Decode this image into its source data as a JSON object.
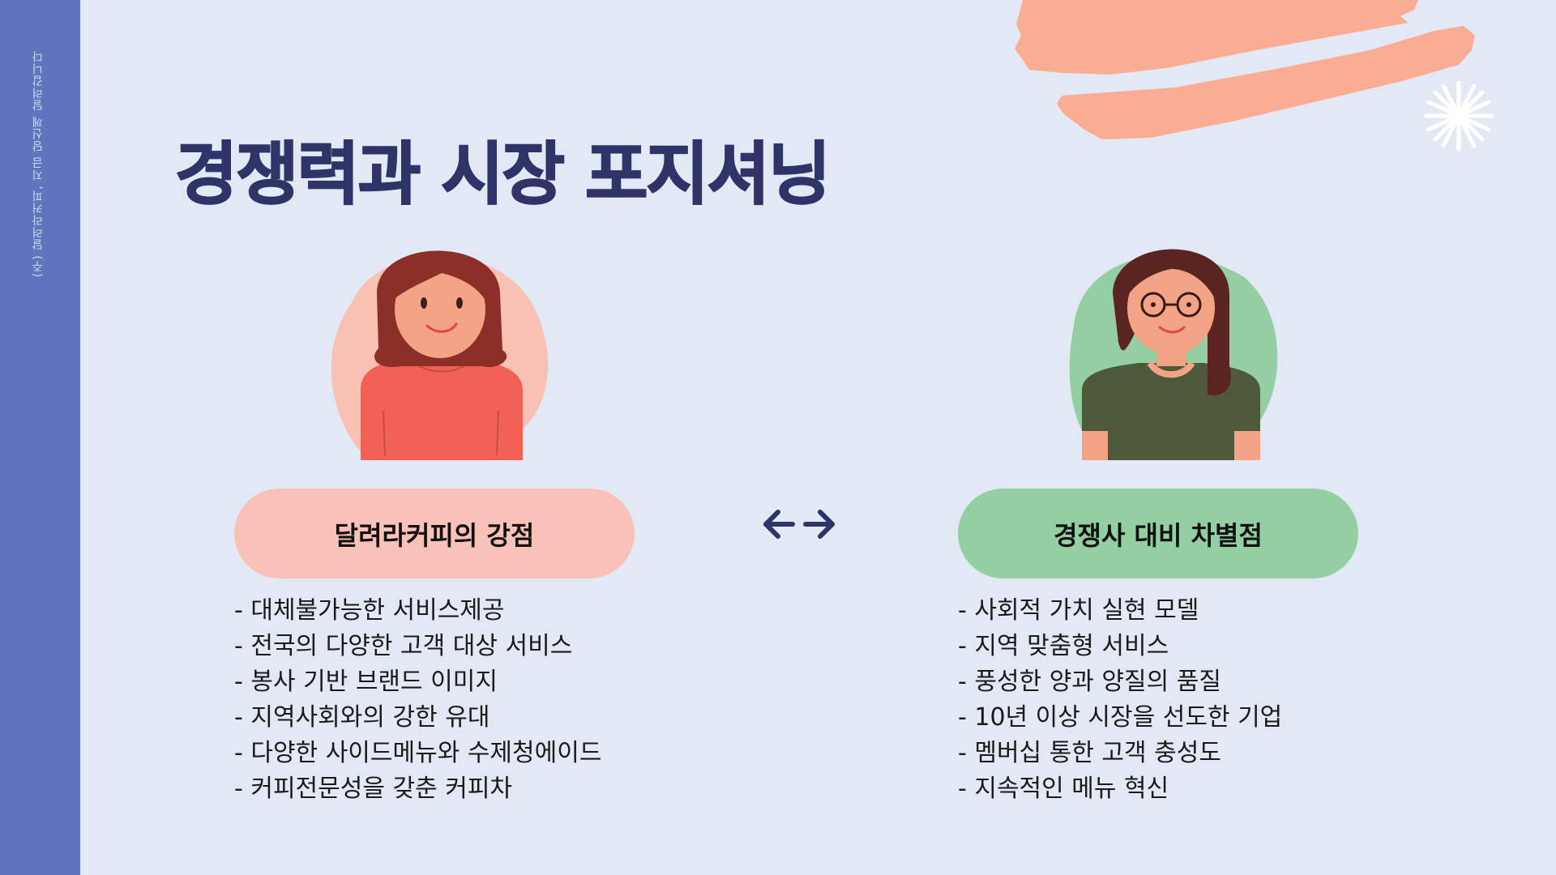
{
  "sidebar": {
    "caption": "(주) 달려라커피, 지금 당신께 달려갑니다"
  },
  "title": "경쟁력과 시장 포지셔닝",
  "left": {
    "heading": "달려라커피의 강점",
    "items": [
      "- 대체불가능한 서비스제공",
      "- 전국의 다양한 고객 대상 서비스",
      "- 봉사 기반 브랜드 이미지",
      "- 지역사회와의 강한 유대",
      "- 다양한 사이드메뉴와 수제청에이드",
      "- 커피전문성을 갖춘 커피차"
    ]
  },
  "right": {
    "heading": "경쟁사 대비 차별점",
    "items": [
      "- 사회적 가치 실현 모델",
      "- 지역 맞춤형 서비스",
      "- 풍성한 양과 양질의 품질",
      "- 10년 이상 시장을 선도한 기업",
      "- 멤버십 통한 고객 충성도",
      "- 지속적인 메뉴 혁신"
    ]
  },
  "icons": {
    "arrows": "left-right-arrows-icon",
    "sparkle": "sparkle-icon",
    "brush": "brush-stroke-decoration"
  },
  "colors": {
    "background": "#e3e9f4",
    "sidebar": "#5f75bd",
    "title": "#2e3468",
    "pill_left": "#f9c2b9",
    "pill_right": "#94cfa3",
    "brush": "#f9ad94"
  }
}
